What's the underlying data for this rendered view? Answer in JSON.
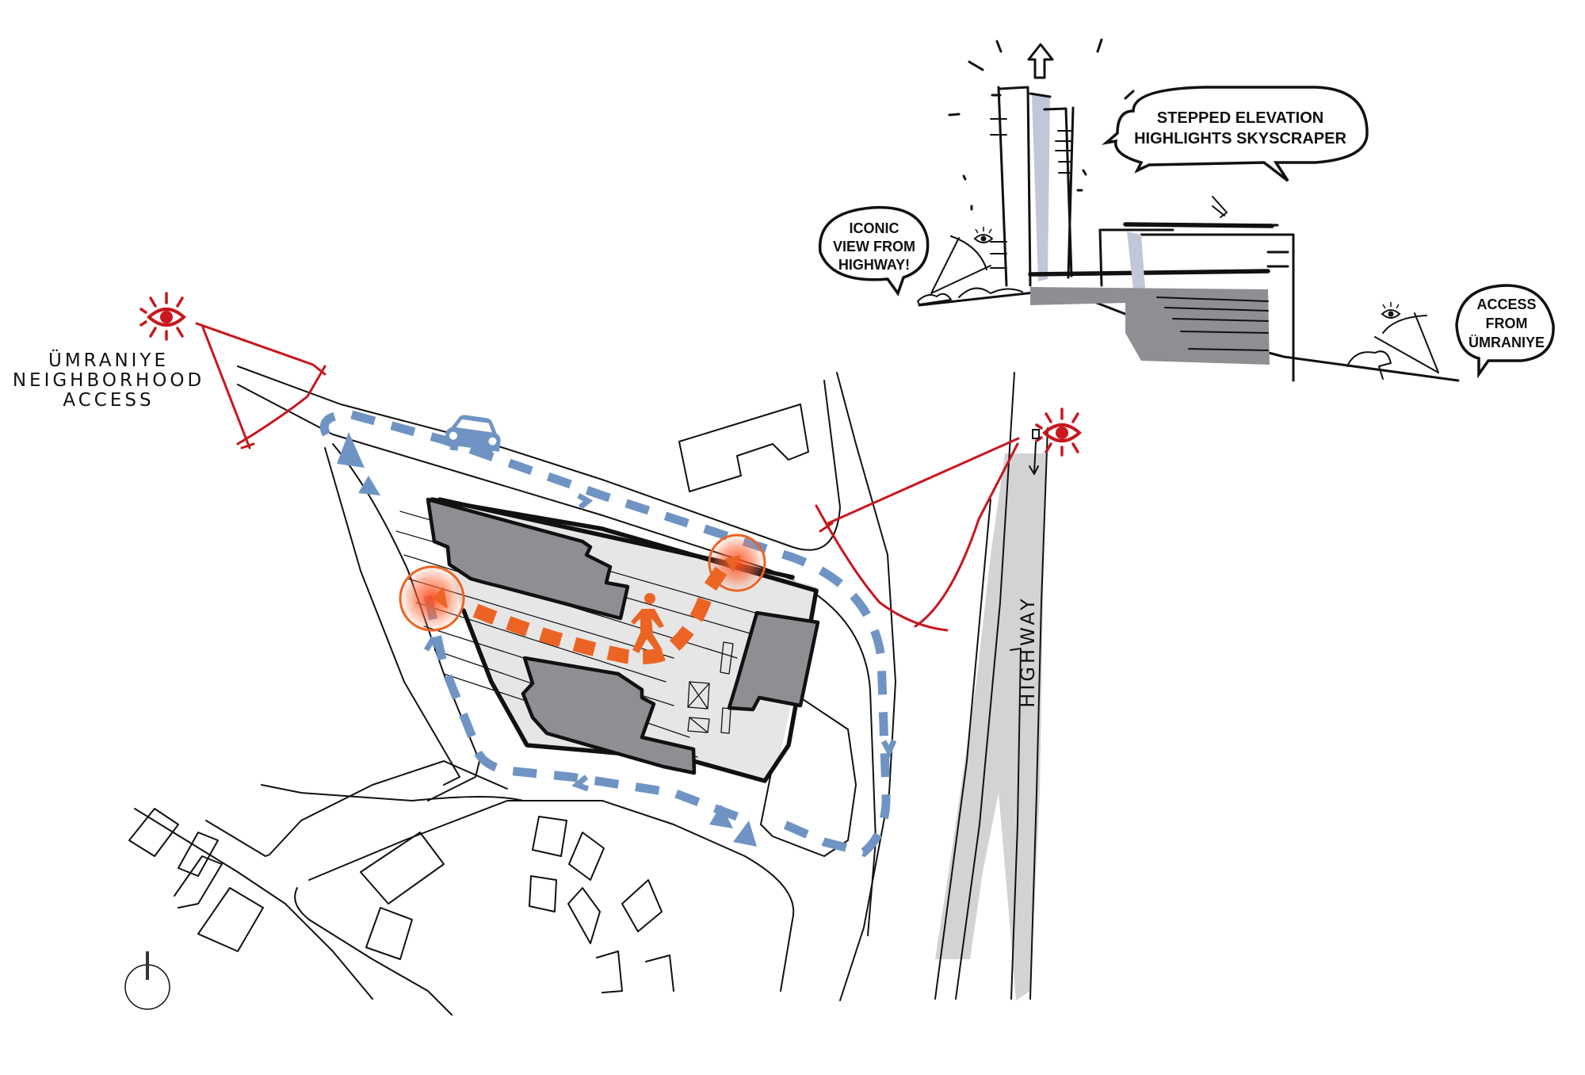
{
  "diagram": {
    "type": "architectural site analysis sketch",
    "colors": {
      "vehicle_route": "#6f94c4",
      "pedestrian_route": "#ec6424",
      "view_cone": "#c8171e",
      "building": "#8e8f93",
      "plaza": "#e6e6e6",
      "highway": "#d2d3d5"
    }
  },
  "labels": {
    "neighborhood_access": [
      "ÜMRANIYE",
      "NEIGHBORHOOD",
      "ACCESS"
    ],
    "highway": "HIGHWAY"
  },
  "bubbles": {
    "stepped": [
      "STEPPED ELEVATION",
      "HIGHLIGHTS SKYSCRAPER"
    ],
    "iconic": [
      "ICONIC",
      "VIEW FROM",
      "HIGHWAY!"
    ],
    "access": [
      "ACCESS",
      "FROM",
      "ÜMRANIYE"
    ]
  },
  "icons": {
    "eye": "eye-icon",
    "car": "car-icon",
    "pedestrian": "pedestrian-icon",
    "north_arrow": "north-arrow-icon",
    "entry_triangle": "entry-triangle-icon"
  }
}
